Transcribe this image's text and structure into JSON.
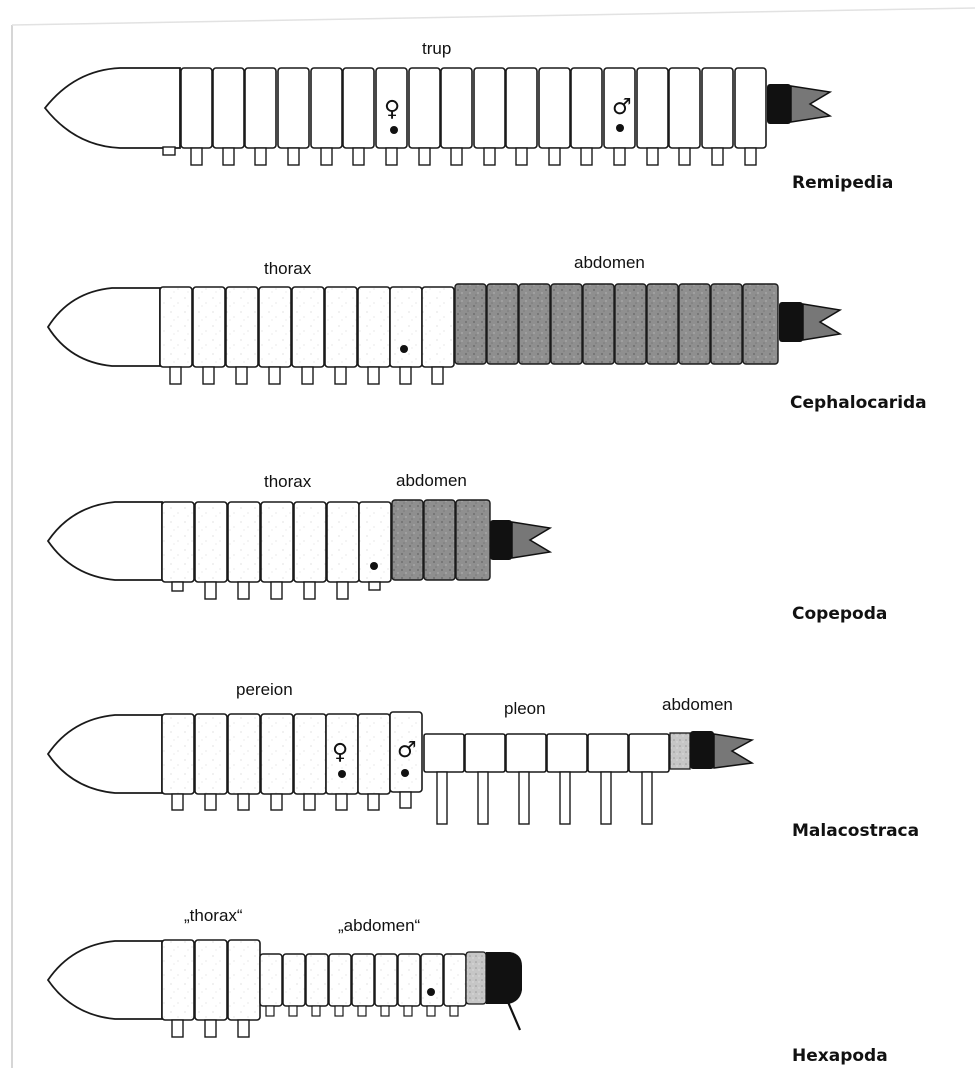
{
  "rows": [
    {
      "taxon": "Remipedia",
      "regions": [
        "trup"
      ],
      "symbols": [
        "♀",
        "♂"
      ]
    },
    {
      "taxon": "Cephalocarida",
      "regions": [
        "thorax",
        "abdomen"
      ],
      "symbols": []
    },
    {
      "taxon": "Copepoda",
      "regions": [
        "thorax",
        "abdomen"
      ],
      "symbols": []
    },
    {
      "taxon": "Malacostraca",
      "regions": [
        "pereion",
        "pleon",
        "abdomen"
      ],
      "symbols": [
        "♀",
        "♂"
      ]
    },
    {
      "taxon": "Hexapoda",
      "regions": [
        "„thorax“",
        "„abdomen“"
      ],
      "symbols": []
    }
  ],
  "colors": {
    "outline": "#1a1a1a",
    "segment_fill": "#ffffff",
    "abdomen_fill": "#8f8f8f",
    "transition_fill": "#c4c4c4",
    "telson": "#111111",
    "furca": "#777777"
  }
}
